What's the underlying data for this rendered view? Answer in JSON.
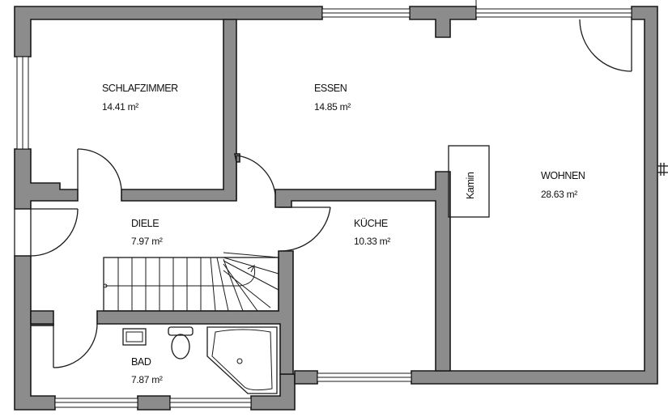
{
  "rooms": {
    "schlafzimmer": {
      "name": "SCHLAFZIMMER",
      "area": "14.41 m²"
    },
    "essen": {
      "name": "ESSEN",
      "area": "14.85 m²"
    },
    "wohnen": {
      "name": "WOHNEN",
      "area": "28.63 m²"
    },
    "diele": {
      "name": "DIELE",
      "area": "7.97 m²"
    },
    "kueche": {
      "name": "KÜCHE",
      "area": "10.33 m²"
    },
    "bad": {
      "name": "BAD",
      "area": "7.87 m²"
    }
  },
  "fixtures": {
    "kamin": "Kamin"
  },
  "colors": {
    "wall_fill": "#8c8c8c",
    "wall_outline": "#1a1a1a",
    "background": "#ffffff"
  }
}
